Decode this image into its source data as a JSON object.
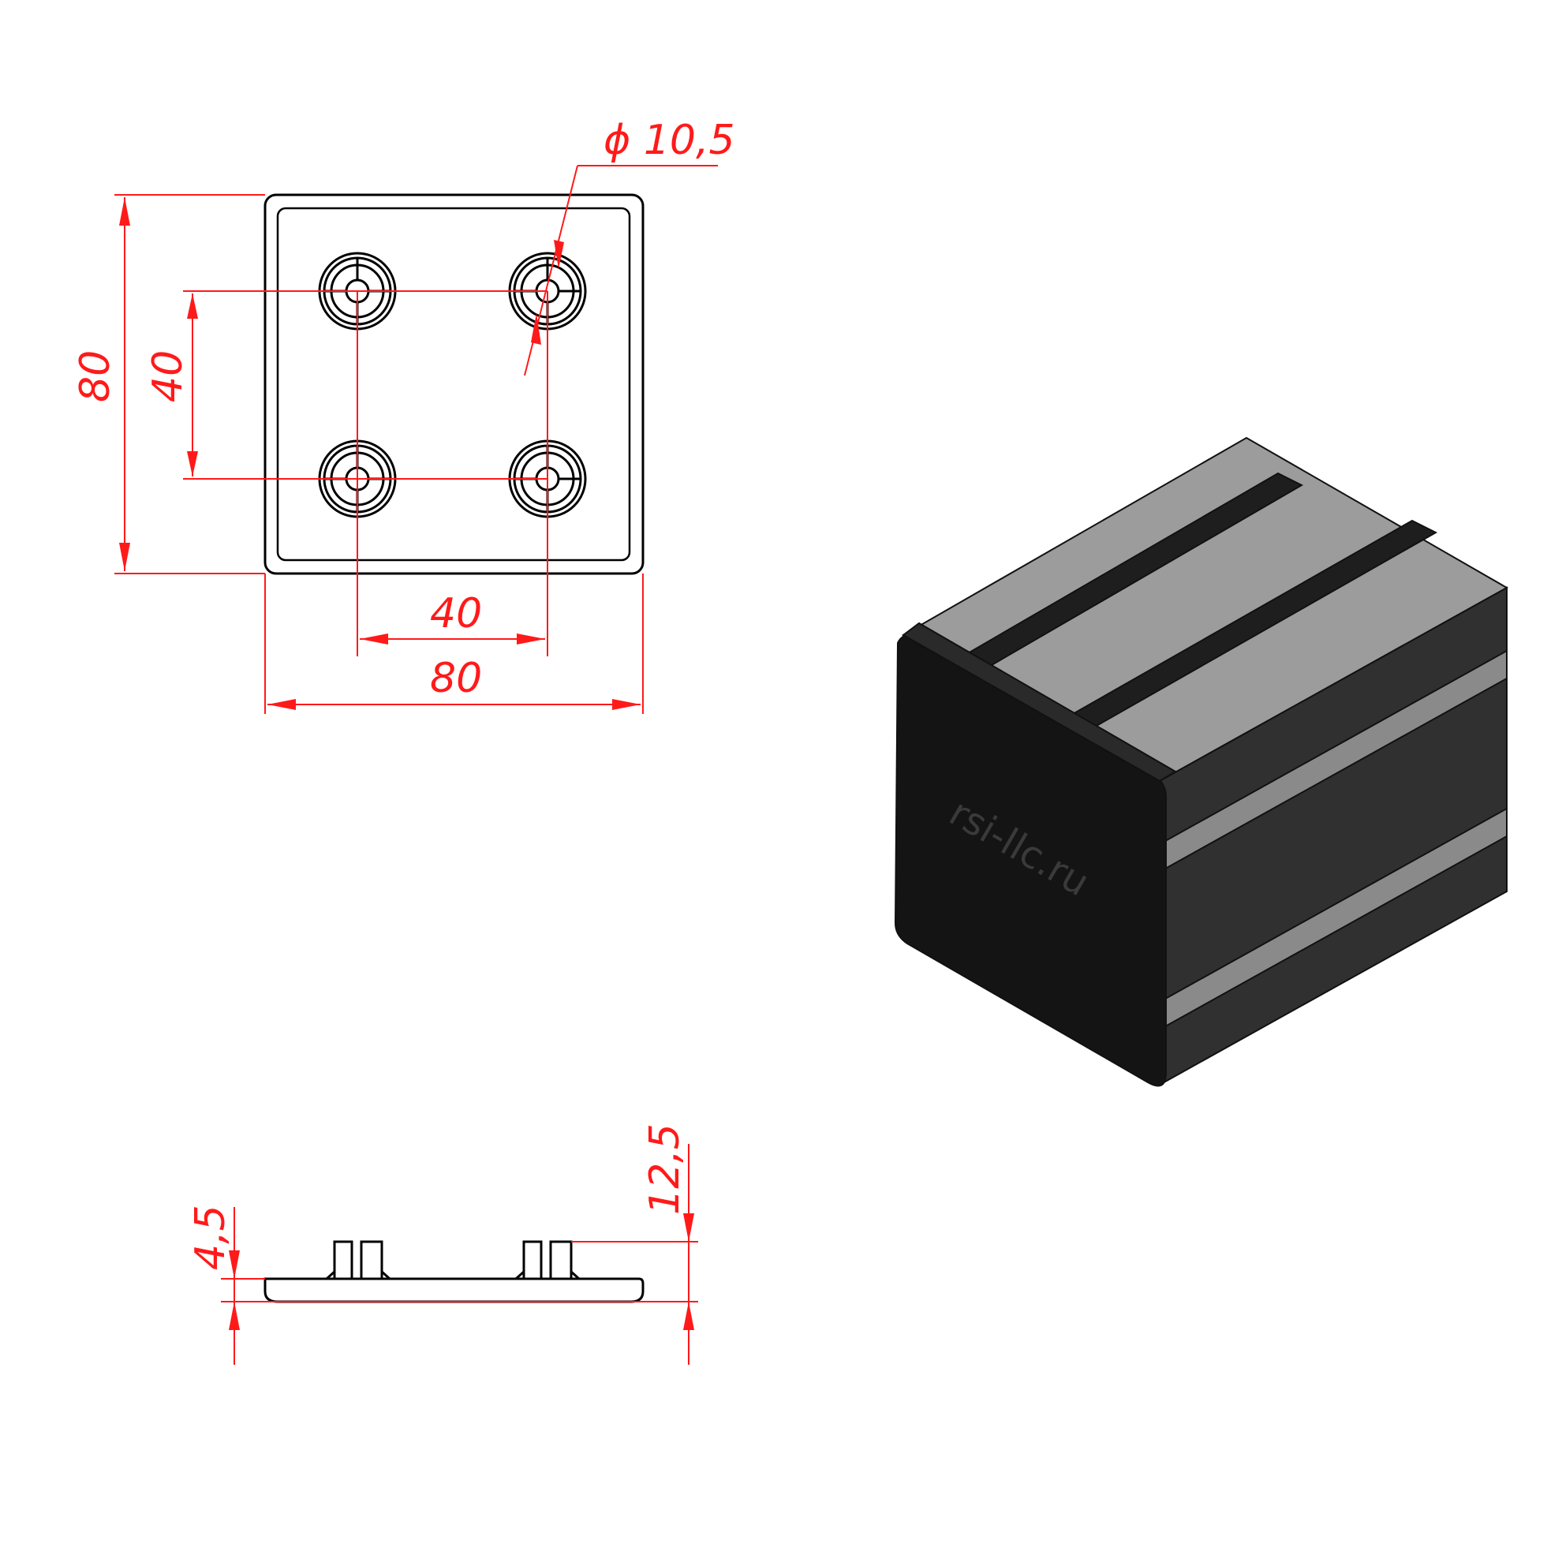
{
  "drawing": {
    "dimensions": {
      "hole_diameter": "ϕ 10,5",
      "height_outer": "80",
      "height_inner": "40",
      "width_inner": "40",
      "width_outer": "80",
      "side_total_height": "12,5",
      "side_plate_thickness": "4,5"
    },
    "watermark": "rsi-llc.ru"
  },
  "colors": {
    "dimension": "#ff1a1a",
    "outline": "#000000",
    "cap_face": "#141414",
    "profile_light": "#9c9c9c",
    "profile_dark": "#303030"
  }
}
